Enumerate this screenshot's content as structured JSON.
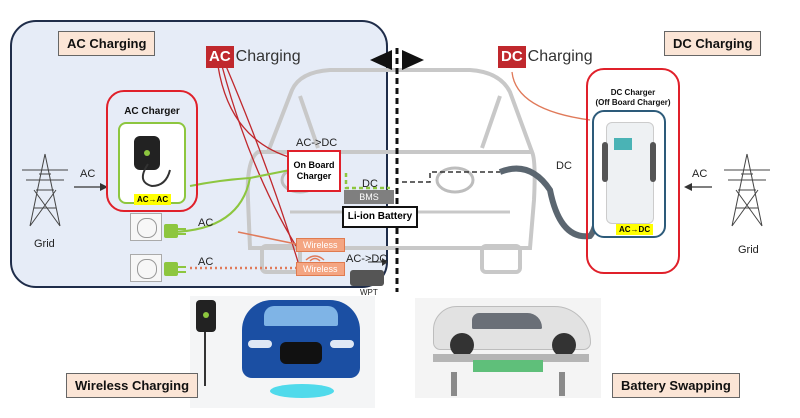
{
  "ac_section": {
    "label": "AC Charging",
    "title_badge": "AC",
    "title_text": "Charging",
    "ac_charger_label": "AC Charger",
    "ac_charger_tag": "AC→AC",
    "input_label": "AC",
    "grid_label": "Grid",
    "outlet_label_1": "AC",
    "outlet_label_2": "AC"
  },
  "car": {
    "acdc_label": "AC->DC",
    "onboard_charger": "On Board Charger",
    "dc_label": "DC",
    "bms_label": "BMS",
    "battery_label": "Li-ion Battery",
    "wireless_1": "Wireless",
    "wireless_2": "Wireless",
    "wpt_acdc": "AC->DC",
    "wpt_label": "WPT"
  },
  "dc_section": {
    "label": "DC Charging",
    "title_badge": "DC",
    "title_text": "Charging",
    "charger_label_line1": "DC Charger",
    "charger_label_line2": "(Off Board Charger)",
    "charger_tag": "AC→DC",
    "dc_label": "DC",
    "input_label": "AC",
    "grid_label": "Grid"
  },
  "bottom": {
    "wireless_label": "Wireless Charging",
    "swapping_label": "Battery Swapping"
  },
  "colors": {
    "red": "#e0202a",
    "panel": "#e6ecf7",
    "green": "#8dc63f",
    "tag": "#fbe5d6"
  }
}
